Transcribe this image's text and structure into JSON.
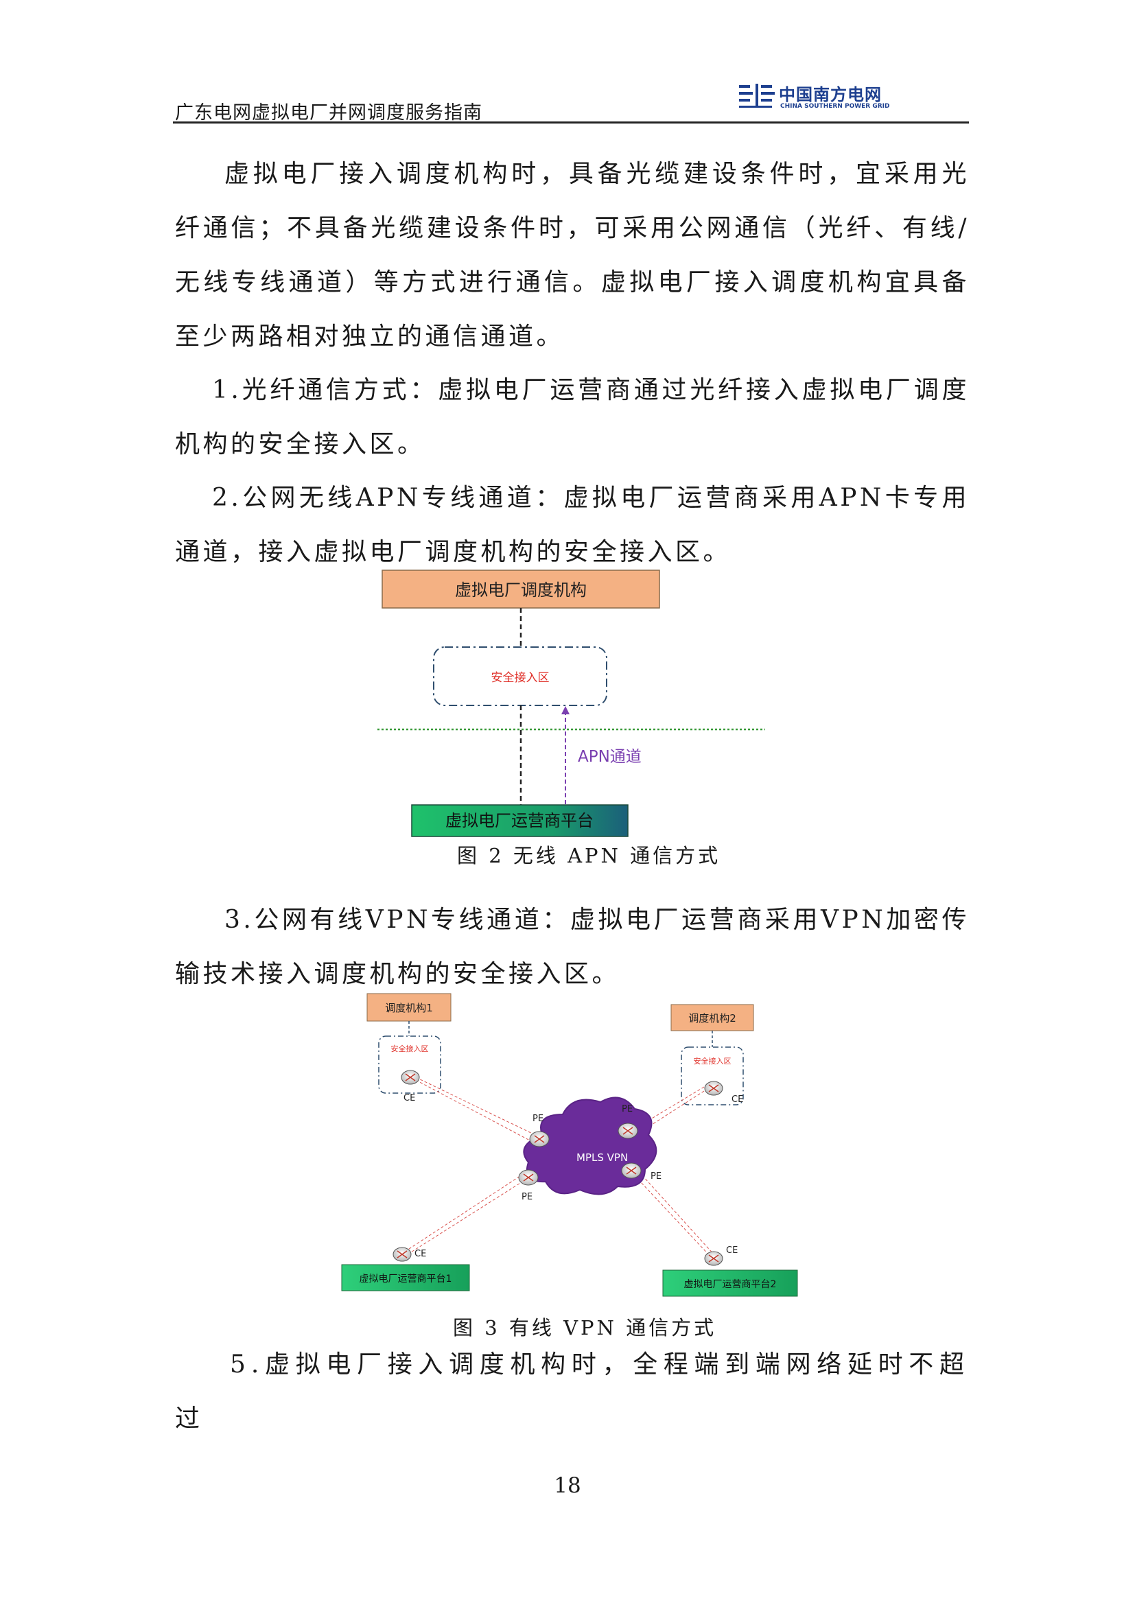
{
  "header": {
    "title": "广东电网虚拟电厂并网调度服务指南",
    "logo_cn": "中国南方电网",
    "logo_en": "CHINA SOUTHERN POWER GRID"
  },
  "paragraphs": [
    "虚拟电厂接入调度机构时，具备光缆建设条件时，宜采用光纤通信；不具备光缆建设条件时，可采用公网通信（光纤、有线/无线专线通道）等方式进行通信。虚拟电厂接入调度机构宜具备至少两路相对独立的通信通道。",
    "1.光纤通信方式：虚拟电厂运营商通过光纤接入虚拟电厂调度机构的安全接入区。",
    "2.公网无线APN专线通道：虚拟电厂运营商采用APN卡专用通道，接入虚拟电厂调度机构的安全接入区。",
    "3.公网有线VPN专线通道：虚拟电厂运营商采用VPN加密传输技术接入调度机构的安全接入区。",
    "5.虚拟电厂接入调度机构时，全程端到端网络延时不超过"
  ],
  "figure2": {
    "top_box": "虚拟电厂调度机构",
    "zone": "安全接入区",
    "channel": "APN通道",
    "bottom_box": "虚拟电厂运营商平台",
    "caption": "图 2  无线 APN 通信方式"
  },
  "figure3": {
    "dispatch1": "调度机构1",
    "dispatch2": "调度机构2",
    "zone": "安全接入区",
    "ce": "CE",
    "pe": "PE",
    "cloud": "MPLS VPN",
    "platform1": "虚拟电厂运营商平台1",
    "platform2": "虚拟电厂运营商平台2",
    "caption": "图 3  有线 VPN 通信方式"
  },
  "page_number": "18",
  "colors": {
    "orange_box": "#f4b183",
    "green_box": "#2bb673",
    "purple_cloud": "#6a2c9a",
    "zone_border": "#2f4e6e",
    "zone_text": "#e0322b",
    "apn_line": "#7a3fb0",
    "logo_blue": "#1d3f8f"
  }
}
